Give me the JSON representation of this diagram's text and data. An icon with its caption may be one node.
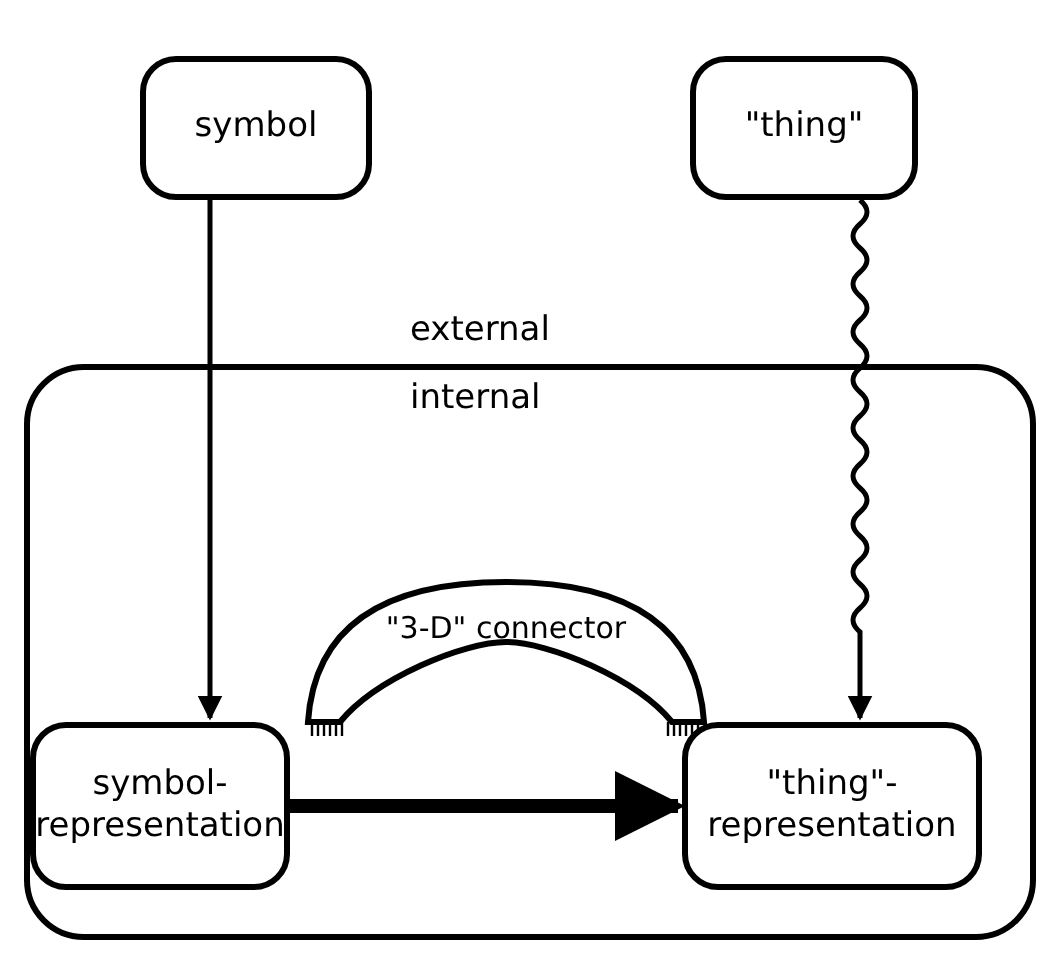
{
  "diagram": {
    "nodes": [
      {
        "text": [
          "symbol"
        ]
      },
      {
        "text": [
          "\"thing\""
        ]
      },
      {
        "text": [
          "internal"
        ],
        "beside": [
          "external"
        ]
      },
      {
        "text": [
          "\"3-D\" connector"
        ],
        "in": 2
      },
      {
        "text": [
          "symbol- representation"
        ],
        "in": 2
      },
      {
        "text": [
          "\"thing\"- representation"
        ],
        "in": 2
      }
    ],
    "edges": [
      {
        "from": 0,
        "to": 4,
        "arrow": "to"
      },
      {
        "from": 1,
        "to": 5,
        "arrow": "to"
      },
      {
        "from": 4,
        "to": 5,
        "arrow": "to",
        "style": "thick"
      }
    ]
  }
}
